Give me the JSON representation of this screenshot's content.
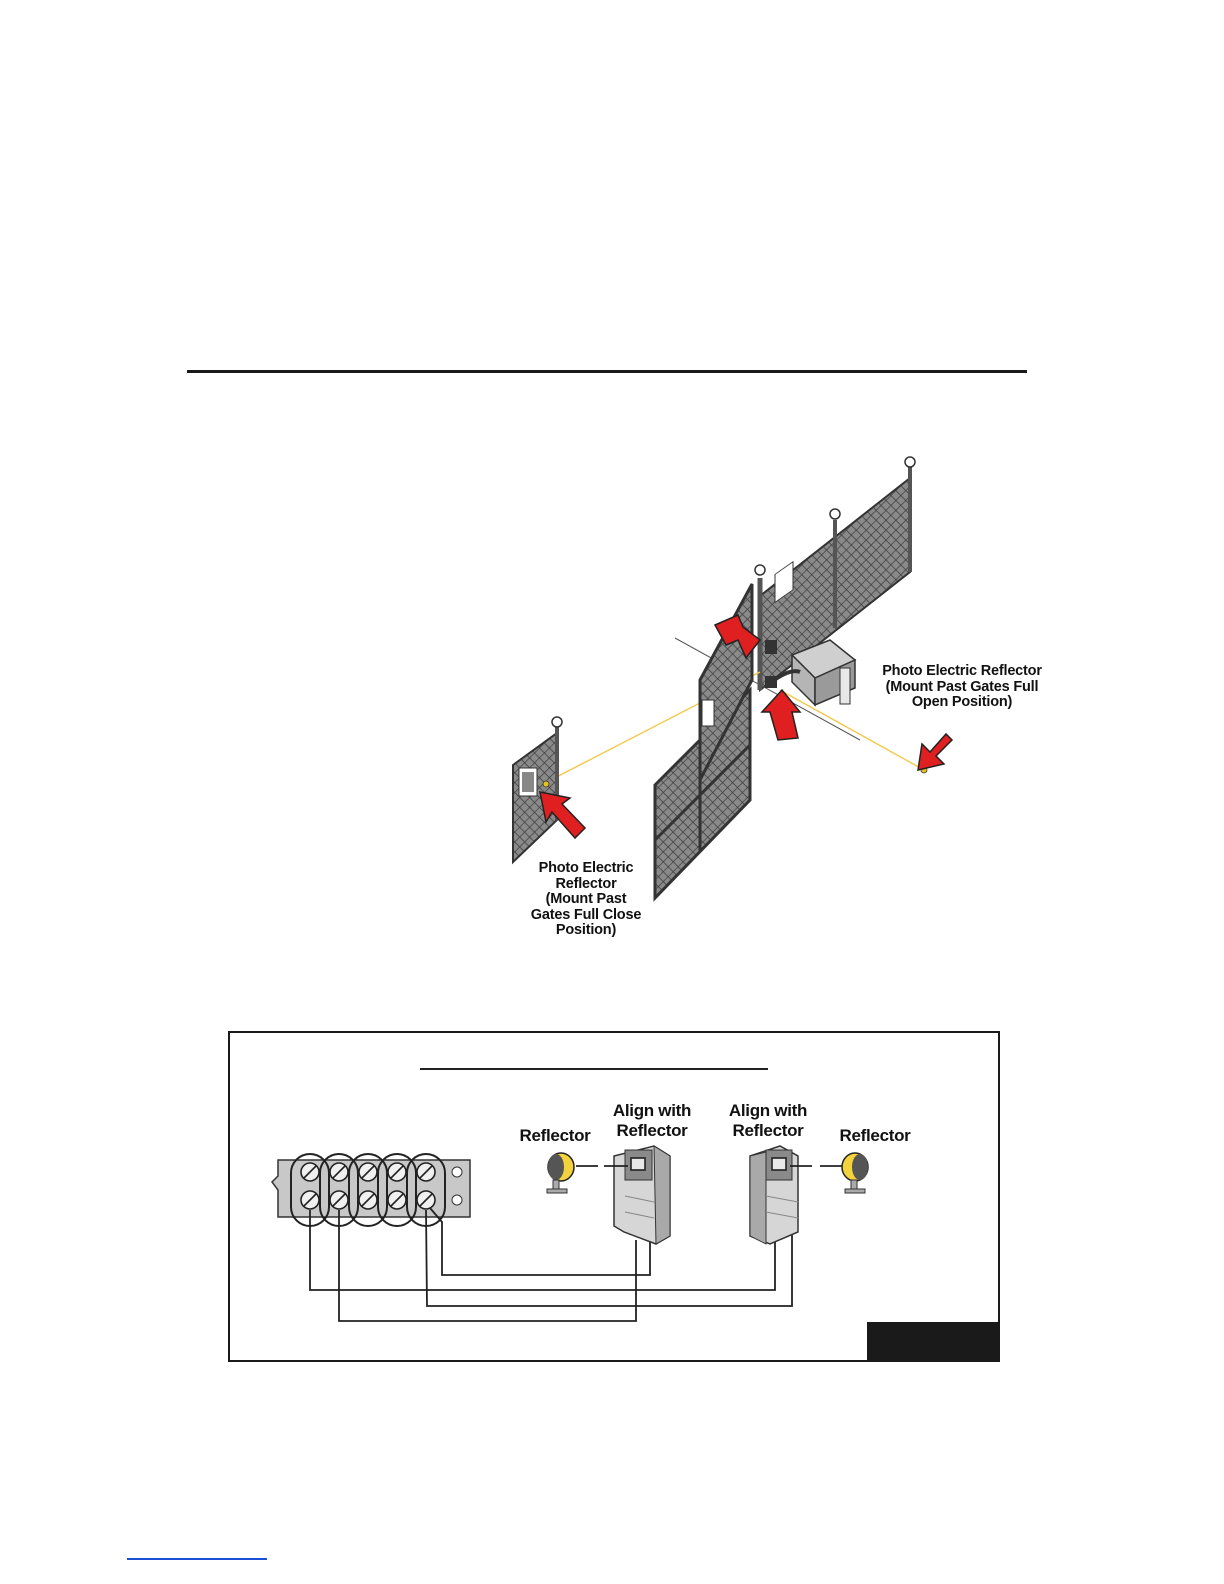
{
  "gate_illustration": {
    "left_reflector_label": [
      "Photo Electric",
      "Reflector",
      "(Mount Past",
      "Gates Full Close",
      "Position)"
    ],
    "right_reflector_label": [
      "Photo Electric Reflector",
      "(Mount Past Gates Full",
      "Open Position)"
    ]
  },
  "wiring_diagram": {
    "reflector_left": "Reflector",
    "align_left": [
      "Align with",
      "Reflector"
    ],
    "align_right": [
      "Align with",
      "Reflector"
    ],
    "reflector_right": "Reflector"
  },
  "colors": {
    "arrow": "#e02020",
    "beam": "#f2c84b",
    "rule": "#1a1a1a",
    "link": "#1a4fd8"
  }
}
